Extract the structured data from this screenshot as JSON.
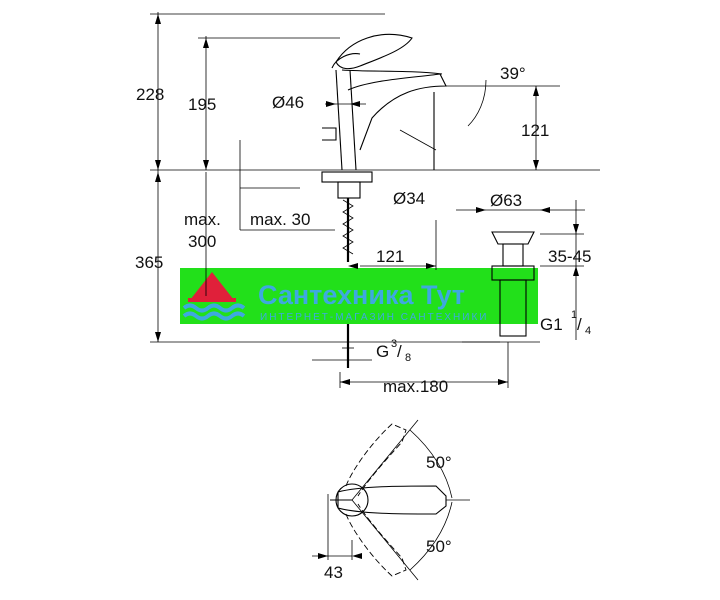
{
  "dimensions": {
    "total_height_upper": "228",
    "spout_height": "195",
    "body_diameter": "Ø46",
    "lever_angle": "39°",
    "spout_reach": "121",
    "hole_diameter": "Ø34",
    "max_label": "max.",
    "max_thickness": "max. 30",
    "max_300": "300",
    "total_height_lower": "365",
    "waste_diameter": "Ø63",
    "waste_range": "35-45",
    "spout_to_waste": "121",
    "waste_thread_base": "G1",
    "waste_thread_num": "1",
    "waste_thread_den": "4",
    "inlet_thread_base": "G",
    "inlet_thread_num": "3",
    "inlet_thread_den": "8",
    "max_180": "max.180",
    "rot_angle_top": "50°",
    "rot_angle_bottom": "50°",
    "lever_offset": "43"
  },
  "watermark": {
    "title": "Сантехника Тут",
    "subtitle": "ИНТЕРНЕТ-МАГАЗИН САНТЕХНИКИ",
    "band_color": "#22e01a",
    "logo_color": "#e0203a",
    "text_color": "#3ea9df"
  }
}
